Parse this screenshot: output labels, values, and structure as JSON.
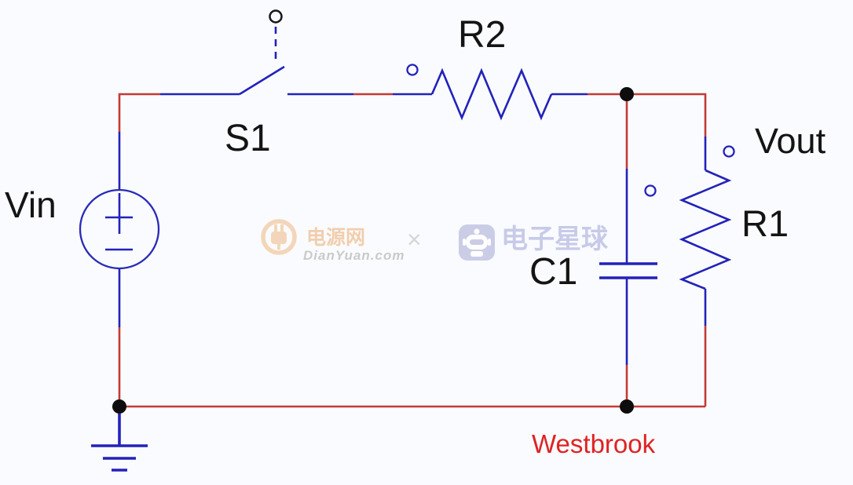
{
  "labels": {
    "source": "Vin",
    "switch": "S1",
    "resistor_top": "R2",
    "output": "Vout",
    "resistor_right": "R1",
    "capacitor": "C1",
    "author": "Westbrook"
  },
  "watermark": {
    "dianyuan_brand": "电源网",
    "dianyuan_domain": "DianYuan.com",
    "separator": "×",
    "star_brand": "电子星球"
  },
  "icons": {
    "voltage_source": "circle-with-plus-minus-source-symbol",
    "switch": "open-switch-blade-with-terminal-circle",
    "resistor": "zigzag-resistor-symbol",
    "capacitor": "parallel-plates-capacitor-symbol",
    "ground": "three-bar-ground-symbol",
    "junction": "filled-junction-dot",
    "probe": "small-open-probe-circle",
    "dianyuan_logo": "orange-ring-plug-logo",
    "star_logo": "lavender-robot-app-icon"
  },
  "colors": {
    "wire_blue": "#2222bb",
    "wire_red": "#c43a35",
    "junction_black": "#0d0d0d",
    "label_black": "#141414",
    "author_red": "#e02222",
    "watermark_orange": "#f0c39a",
    "watermark_gray": "#c2c2c2",
    "watermark_lavender": "#c7cae8",
    "background": "#fafbfe"
  }
}
